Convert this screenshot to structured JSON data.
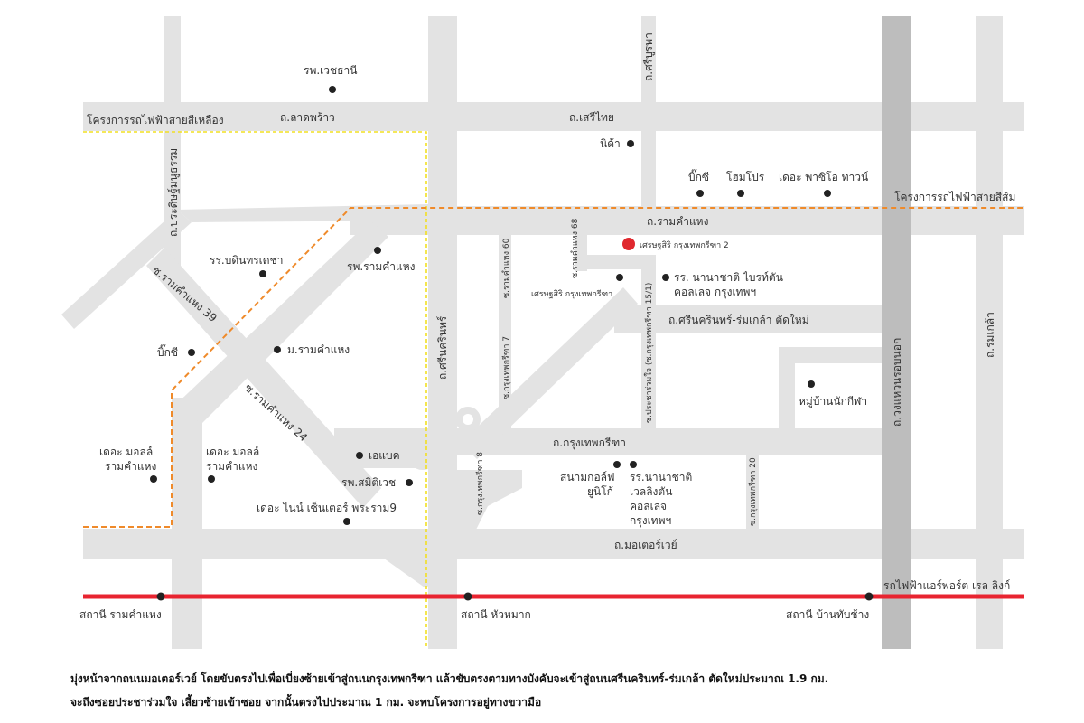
{
  "colors": {
    "road": "#e3e3e3",
    "expressway": "#bdbdbd",
    "project_marker": "#e0282e",
    "red_line": "#e82430",
    "yellow_line": "#f2e022",
    "orange_line": "#ef8a2a",
    "place_dot": "#222222"
  },
  "rail": {
    "yellow": "โครงการรถไฟฟ้าสายสีเหลือง",
    "orange": "โครงการรถไฟฟ้าสายสีส้ม",
    "airport_link": "รถไฟฟ้าแอร์พอร์ต เรล ลิงก์",
    "stations": {
      "ramkhamhaeng": "สถานี รามคำแหง",
      "huamak": "สถานี หัวหมาก",
      "ban_thap_chang": "สถานี บ้านทับช้าง"
    }
  },
  "roads": {
    "lat_phrao": "ถ.ลาดพร้าว",
    "seri_thai": "ถ.เสรีไทย",
    "si_burapha": "ถ.ศรีบูรพา",
    "ramkhamhaeng": "ถ.รามคำแหง",
    "pradit_manutham": "ถ.ประดิษฐ์มนูธรรม",
    "ram39": "ซ.รามคำแหง 39",
    "ram24": "ซ.รามคำแหง 24",
    "srinakarin": "ถ.ศรีนครินทร์",
    "ram68": "ซ.รามคำแหง 68",
    "ram60": "ซ.รามคำแหง 60",
    "krungthep_kreetha_7": "ซ.กรุงเทพกรีฑา 7",
    "pracha_ruam_jai": "ซ.ประชาร่วมใจ (ซ.กรุงเทพกรีฑา 15/1)",
    "krungthep_kreetha_8": "ซ.กรุงเทพกรีฑา 8",
    "krungthep_kreetha_20": "ซ.กรุงเทพกรีฑา 20",
    "srinakarin_romklao": "ถ.ศรีนครินทร์-ร่มเกล้า ตัดใหม่",
    "krungthep_kreetha": "ถ.กรุงเทพกรีฑา",
    "motorway": "ถ.มอเตอร์เวย์",
    "outer_ring": "ถ.วงแหวนรอบนอก",
    "romklao": "ถ.ร่มเกล้า"
  },
  "places": {
    "vejthani": "รพ.เวชธานี",
    "nida": "นิด้า",
    "bigc_top": "บิ๊กซี",
    "homepro": "โฮมโปร",
    "paseo": "เดอะ พาซิโอ ทาวน์",
    "project": "เศรษฐสิริ กรุงเทพกรีฑา 2",
    "sethasiri": "เศรษฐสิริ กรุงเทพกรีฑา",
    "brighton_1": "รร. นานาชาติ ไบรท์ตัน",
    "brighton_2": "คอลเลจ กรุงเทพฯ",
    "bodindecha": "รร.บดินทรเดชา",
    "ram_hospital": "รพ.รามคำแหง",
    "ram_university": "ม.รามคำแหง",
    "bigc_left": "บิ๊กซี",
    "sport_village": "หมู่บ้านนักกีฬา",
    "mall_left_1": "เดอะ มอลล์",
    "mall_left_2": "รามคำแหง",
    "mall_mid_1": "เดอะ มอลล์",
    "mall_mid_2": "รามคำแหง",
    "ebuc": "เอแบค",
    "samitivej": "รพ.สมิติเวช",
    "nine_center": "เดอะ ไนน์ เซ็นเตอร์ พระราม9",
    "golf_1": "สนามกอล์ฟ",
    "golf_2": "ยูนิโก้",
    "wellington_1": "รร.นานาชาติ",
    "wellington_2": "เวลลิงตัน",
    "wellington_3": "คอลเลจ",
    "wellington_4": "กรุงเทพฯ"
  },
  "directions": {
    "line1": "มุ่งหน้าจากถนนมอเตอร์เวย์ โดยขับตรงไปเพื่อเบี่ยงซ้ายเข้าสู่ถนนกรุงเทพกรีฑา แล้วขับตรงตามทางบังคับจะเข้าสู่ถนนศรีนครินทร์-ร่มเกล้า ตัดใหม่ประมาณ 1.9 กม.",
    "line2": "จะถึงซอยประชาร่วมใจ เลี้ยวซ้ายเข้าซอย จากนั้นตรงไปประมาณ  1 กม. จะพบโครงการอยู่ทางขวามือ"
  }
}
